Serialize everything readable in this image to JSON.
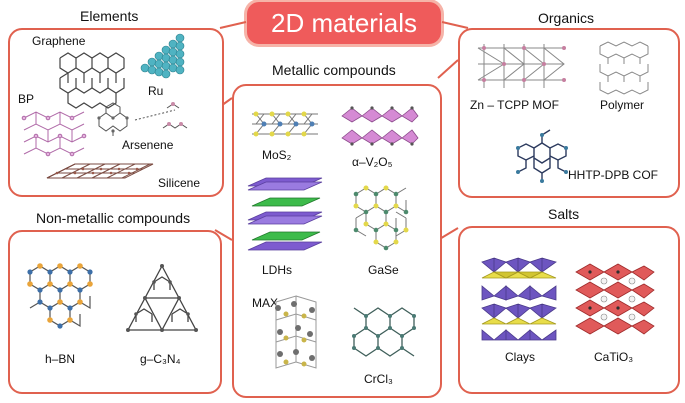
{
  "title": "2D materials",
  "sections": {
    "elements": {
      "title": "Elements",
      "items": [
        "Graphene",
        "Ru",
        "BP",
        "Arsenene",
        "Silicene"
      ]
    },
    "metallic": {
      "title": "Metallic compounds",
      "items": [
        "MoS₂",
        "α–V₂O₅",
        "LDHs",
        "GaSe",
        "MAX",
        "CrCl₃"
      ]
    },
    "organics": {
      "title": "Organics",
      "items": [
        "Zn – TCPP MOF",
        "Polymer",
        "HHTP-DPB COF"
      ]
    },
    "nonmetallic": {
      "title": "Non-metallic compounds",
      "items": [
        "h–BN",
        "g–C₃N₄"
      ]
    },
    "salts": {
      "title": "Salts",
      "items": [
        "Clays",
        "CaTiO₃"
      ]
    }
  }
}
